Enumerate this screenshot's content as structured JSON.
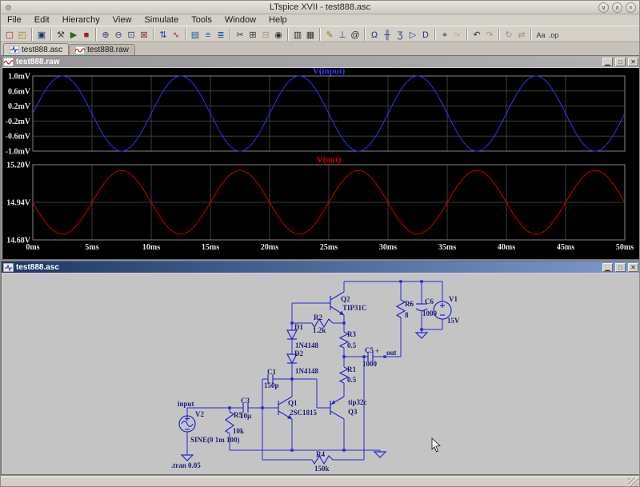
{
  "window": {
    "title": "LTspice XVII - test888.asc",
    "controls": [
      {
        "name": "shade",
        "glyph": "∨"
      },
      {
        "name": "maximize",
        "glyph": "∧"
      },
      {
        "name": "close",
        "glyph": "×"
      }
    ]
  },
  "menu": {
    "items": [
      "File",
      "Edit",
      "Hierarchy",
      "View",
      "Simulate",
      "Tools",
      "Window",
      "Help"
    ]
  },
  "toolbar": {
    "buttons": [
      {
        "name": "new-schematic",
        "glyph": "▢",
        "color": "#a82222",
        "sep_before": false
      },
      {
        "name": "open",
        "glyph": "◰",
        "color": "#a07818",
        "sep_before": false
      },
      {
        "name": "save",
        "glyph": "▣",
        "color": "#223366",
        "sep_before": true
      },
      {
        "name": "control-panel",
        "glyph": "⚒",
        "color": "#444444",
        "sep_before": true
      },
      {
        "name": "run",
        "glyph": "▶",
        "color": "#226622",
        "sep_before": false
      },
      {
        "name": "halt",
        "glyph": "■",
        "color": "#992222",
        "sep_before": false
      },
      {
        "name": "zoom-in",
        "glyph": "⊕",
        "color": "#334477",
        "sep_before": true
      },
      {
        "name": "zoom-out",
        "glyph": "⊖",
        "color": "#334477",
        "sep_before": false
      },
      {
        "name": "zoom-area",
        "glyph": "⊡",
        "color": "#334477",
        "sep_before": false
      },
      {
        "name": "zoom-fit",
        "glyph": "⊠",
        "color": "#883333",
        "sep_before": false
      },
      {
        "name": "autorange-y",
        "glyph": "⇅",
        "color": "#2233aa",
        "sep_before": true
      },
      {
        "name": "plot-settings",
        "glyph": "∿",
        "color": "#aa2222",
        "sep_before": false
      },
      {
        "name": "view-schematic",
        "glyph": "▤",
        "color": "#2255aa",
        "sep_before": true
      },
      {
        "name": "view-netlist",
        "glyph": "≡",
        "color": "#2255aa",
        "sep_before": false
      },
      {
        "name": "view-spice-error-log",
        "glyph": "≣",
        "color": "#2255aa",
        "sep_before": false
      },
      {
        "name": "cut",
        "glyph": "✂",
        "color": "#333333",
        "sep_before": true
      },
      {
        "name": "copy",
        "glyph": "⊞",
        "color": "#333333",
        "sep_before": false
      },
      {
        "name": "paste",
        "glyph": "⊟",
        "color": "#9a968e",
        "sep_before": false,
        "disabled": true
      },
      {
        "name": "find",
        "glyph": "◉",
        "color": "#333333",
        "sep_before": false
      },
      {
        "name": "print-preview",
        "glyph": "▥",
        "color": "#333333",
        "sep_before": true
      },
      {
        "name": "print",
        "glyph": "▦",
        "color": "#333333",
        "sep_before": false
      },
      {
        "name": "draw-wire",
        "glyph": "✎",
        "color": "#a07818",
        "sep_before": true
      },
      {
        "name": "place-ground",
        "glyph": "⊥",
        "color": "#223388",
        "sep_before": false
      },
      {
        "name": "place-label",
        "glyph": "@",
        "color": "#333333",
        "sep_before": false
      },
      {
        "name": "place-resistor",
        "glyph": "Ω",
        "color": "#223388",
        "sep_before": true
      },
      {
        "name": "place-capacitor",
        "glyph": "╫",
        "color": "#223388",
        "sep_before": false
      },
      {
        "name": "place-inductor",
        "glyph": "Ʒ",
        "color": "#223388",
        "sep_before": false
      },
      {
        "name": "place-diode",
        "glyph": "▷",
        "color": "#223388",
        "sep_before": false
      },
      {
        "name": "place-component",
        "glyph": "D",
        "color": "#223388",
        "sep_before": false
      },
      {
        "name": "move",
        "glyph": "⌖",
        "color": "#333333",
        "sep_before": true
      },
      {
        "name": "drag",
        "glyph": "☞",
        "color": "#a07818",
        "sep_before": false
      },
      {
        "name": "undo",
        "glyph": "↶",
        "color": "#333333",
        "sep_before": true
      },
      {
        "name": "redo",
        "glyph": "↷",
        "color": "#9a968e",
        "sep_before": false,
        "disabled": true
      },
      {
        "name": "rotate",
        "glyph": "↻",
        "color": "#9a968e",
        "sep_before": true,
        "disabled": true
      },
      {
        "name": "mirror",
        "glyph": "⇄",
        "color": "#9a968e",
        "sep_before": false,
        "disabled": true
      },
      {
        "name": "place-text",
        "glyph": "Aa",
        "color": "#333333",
        "sep_before": true
      },
      {
        "name": "spice-directive",
        "glyph": ".op",
        "color": "#333333",
        "sep_before": false
      }
    ]
  },
  "tabs": [
    {
      "label": "test888.asc",
      "icon": "schematic-icon",
      "active": true
    },
    {
      "label": "test888.raw",
      "icon": "waveform-icon",
      "active": false
    }
  ],
  "raw_window": {
    "title": "test888.raw",
    "buttons": [
      "▁",
      "□",
      "✕"
    ]
  },
  "asc_window": {
    "title": "test888.asc",
    "buttons": [
      "▁",
      "□",
      "✕"
    ]
  },
  "chart_data": {
    "type": "line",
    "x": {
      "range_ms": [
        0,
        50
      ],
      "tick_step_ms": 5,
      "tick_labels": [
        "0ms",
        "5ms",
        "10ms",
        "15ms",
        "20ms",
        "25ms",
        "30ms",
        "35ms",
        "40ms",
        "45ms",
        "50ms"
      ],
      "grid": true
    },
    "panes": [
      {
        "title": "V(input)",
        "title_color": "#3535ff",
        "y_range": [
          -1.0,
          1.0
        ],
        "y_unit": "mV",
        "y_ticks": [
          {
            "value": 1.0,
            "label": "1.0mV"
          },
          {
            "value": 0.6,
            "label": "0.6mV"
          },
          {
            "value": 0.2,
            "label": "0.2mV"
          },
          {
            "value": -0.2,
            "label": "-0.2mV"
          },
          {
            "value": -0.6,
            "label": "-0.6mV"
          },
          {
            "value": -1.0,
            "label": "-1.0mV"
          }
        ],
        "series": [
          {
            "name": "V(input)",
            "color": "#3030ff",
            "waveform": "sine",
            "dc_offset": 0.0,
            "amplitude": 1.0,
            "frequency_hz": 100,
            "inverted": false
          }
        ]
      },
      {
        "title": "V(out)",
        "title_color": "#d40000",
        "y_range": [
          14.68,
          15.2
        ],
        "y_unit": "V",
        "y_ticks": [
          {
            "value": 15.2,
            "label": "15.20V"
          },
          {
            "value": 14.94,
            "label": "14.94V"
          },
          {
            "value": 14.68,
            "label": "14.68V"
          }
        ],
        "series": [
          {
            "name": "V(out)",
            "color": "#cf0000",
            "waveform": "sine",
            "dc_offset": 14.94,
            "amplitude": 0.22,
            "frequency_hz": 100,
            "inverted": true
          }
        ]
      }
    ]
  },
  "schematic": {
    "components": {
      "q1": {
        "name": "Q1",
        "value": "2SC1815"
      },
      "q2": {
        "name": "Q2",
        "value": "TIP31C"
      },
      "q3": {
        "name": "Q3",
        "value": "tip32c"
      },
      "d1": {
        "name": "D1",
        "value": "1N4148"
      },
      "d2": {
        "name": "D2",
        "value": "1N4148"
      },
      "r1": {
        "name": "R1",
        "value": "0.5"
      },
      "r2": {
        "name": "R2",
        "value": "1.2k"
      },
      "r3": {
        "name": "R3",
        "value": "0.5"
      },
      "r4": {
        "name": "R4",
        "value": "150k"
      },
      "r5": {
        "name": "R5",
        "value": "10k"
      },
      "r6": {
        "name": "R6",
        "value": "8"
      },
      "c1": {
        "name": "C1",
        "value": "150p"
      },
      "c3": {
        "name": "C3",
        "value": "10µ"
      },
      "c5": {
        "name": "C5",
        "value": "1000"
      },
      "c6": {
        "name": "C6",
        "value": "1000"
      },
      "v1": {
        "name": "V1",
        "value": "15V"
      },
      "v2": {
        "name": "V2",
        "value": "SINE(0 1m 100)"
      }
    },
    "net_labels": {
      "input": "input",
      "out": "out"
    },
    "directives": {
      "tran": ".tran 0.05"
    }
  },
  "colors": {
    "wire_blue": "#2727cf",
    "schematic_bg": "#c4c4c4",
    "plot_bg": "#000000",
    "grid": "#3c3c3c",
    "trace_blue": "#3030ff",
    "trace_red": "#cf0000",
    "titlebar_active_left": "#1d3767",
    "titlebar_active_right": "#7d9bcc"
  }
}
